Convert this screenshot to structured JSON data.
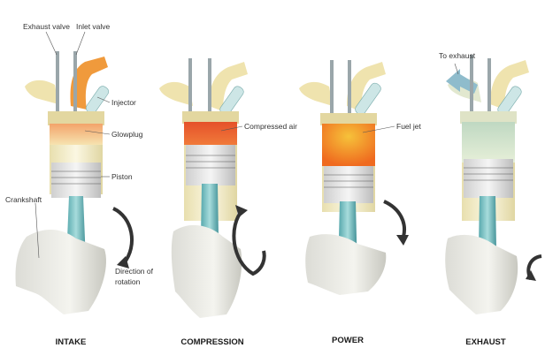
{
  "stages": [
    {
      "name": "INTAKE",
      "charge_color": "#f3a36a",
      "charge_color_2": "#f6e3b0"
    },
    {
      "name": "COMPRESSION",
      "charge_color": "#e5512a",
      "charge_color_2": "#f07a3a"
    },
    {
      "name": "POWER",
      "charge_color": "#f6c23a",
      "charge_color_2": "#ef6a1f"
    },
    {
      "name": "EXHAUST",
      "charge_color": "#bfd8c2",
      "charge_color_2": "#e6efd8"
    }
  ],
  "labels": {
    "exhaust_valve": "Exhaust valve",
    "inlet_valve": "Inlet valve",
    "injector": "Injector",
    "glowplug": "Glowplug",
    "piston": "Piston",
    "crankshaft": "Crankshaft",
    "direction_line1": "Direction of",
    "direction_line2": "rotation",
    "compressed_air": "Compressed air",
    "fuel_jet": "Fuel jet",
    "to_exhaust": "To exhaust"
  },
  "colors": {
    "intake_manifold": "#f09a3c",
    "cylinder_wall": "#f7f1cf",
    "piston_ring": "#6b6b6b",
    "connecting_rod": "#7cc3c3",
    "injector_body": "#cde6e6",
    "exhaust_arrow": "#8fbccc",
    "rotation_arrow": "#333333"
  }
}
